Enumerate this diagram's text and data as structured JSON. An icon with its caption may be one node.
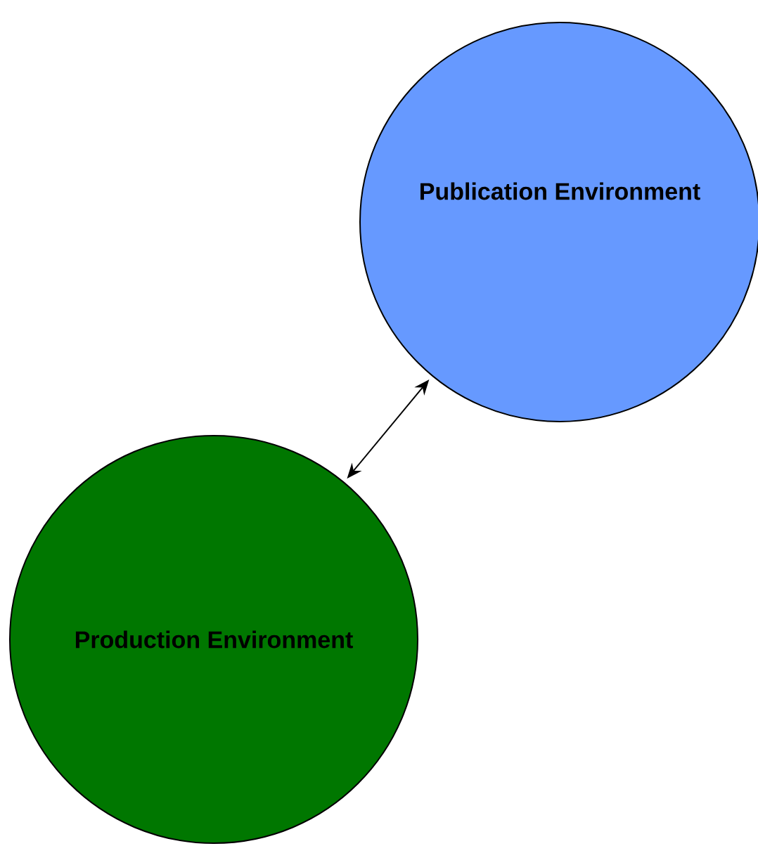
{
  "diagram": {
    "nodes": [
      {
        "text": [
          "Publication Environment"
        ]
      },
      {
        "text": [
          "Production Environment"
        ]
      }
    ],
    "edges": [
      {
        "from": 1,
        "to": 0,
        "arrow": "both"
      }
    ]
  }
}
